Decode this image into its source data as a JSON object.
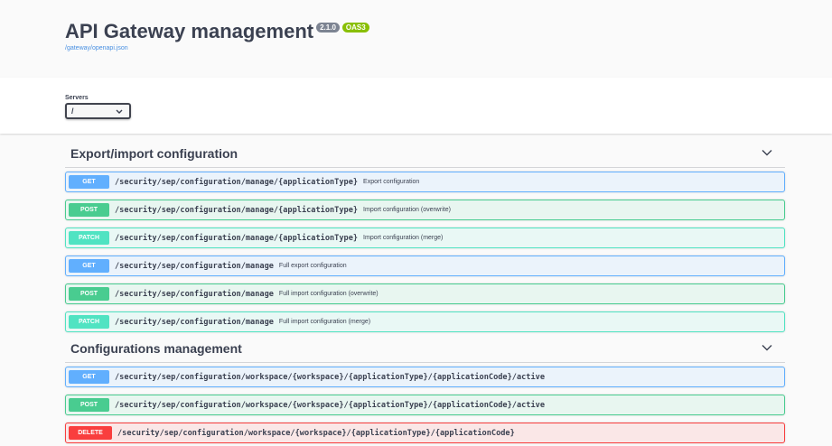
{
  "info": {
    "title": "API Gateway management",
    "version": "2.1.0",
    "oas_badge": "OAS3",
    "spec_link": "/gateway/openapi.json"
  },
  "servers": {
    "label": "Servers",
    "selected": "/"
  },
  "colors": {
    "get": "#61affe",
    "post": "#49cc90",
    "patch": "#50e3c2",
    "delete": "#f93e3e"
  },
  "sections": [
    {
      "title": "Export/import configuration",
      "operations": [
        {
          "method": "GET",
          "path": "/security/sep/configuration/manage/{applicationType}",
          "summary": "Export configuration"
        },
        {
          "method": "POST",
          "path": "/security/sep/configuration/manage/{applicationType}",
          "summary": "Import configuration (overwrite)"
        },
        {
          "method": "PATCH",
          "path": "/security/sep/configuration/manage/{applicationType}",
          "summary": "Import configuration (merge)"
        },
        {
          "method": "GET",
          "path": "/security/sep/configuration/manage",
          "summary": "Full export configuration"
        },
        {
          "method": "POST",
          "path": "/security/sep/configuration/manage",
          "summary": "Full import configuration (overwrite)"
        },
        {
          "method": "PATCH",
          "path": "/security/sep/configuration/manage",
          "summary": "Full import configuration (merge)"
        }
      ]
    },
    {
      "title": "Configurations management",
      "operations": [
        {
          "method": "GET",
          "path": "/security/sep/configuration/workspace/{workspace}/{applicationType}/{applicationCode}/active",
          "summary": ""
        },
        {
          "method": "POST",
          "path": "/security/sep/configuration/workspace/{workspace}/{applicationType}/{applicationCode}/active",
          "summary": ""
        },
        {
          "method": "DELETE",
          "path": "/security/sep/configuration/workspace/{workspace}/{applicationType}/{applicationCode}",
          "summary": ""
        }
      ]
    }
  ]
}
